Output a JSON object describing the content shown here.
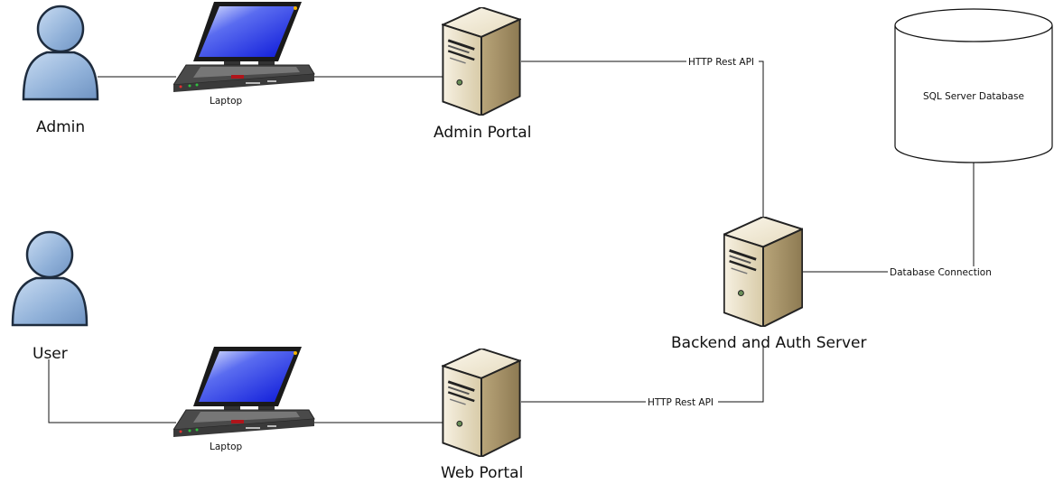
{
  "actors": {
    "admin": {
      "label": "Admin"
    },
    "user": {
      "label": "User"
    }
  },
  "devices": {
    "laptop_admin": {
      "label": "Laptop"
    },
    "laptop_user": {
      "label": "Laptop"
    }
  },
  "servers": {
    "admin_portal": {
      "label": "Admin Portal"
    },
    "web_portal": {
      "label": "Web Portal"
    },
    "backend": {
      "label": "Backend and Auth Server"
    }
  },
  "database": {
    "label": "SQL Server Database"
  },
  "connections": {
    "admin_portal_backend": {
      "label": "HTTP Rest API"
    },
    "web_portal_backend": {
      "label": "HTTP Rest API"
    },
    "backend_database": {
      "label": "Database Connection"
    }
  }
}
